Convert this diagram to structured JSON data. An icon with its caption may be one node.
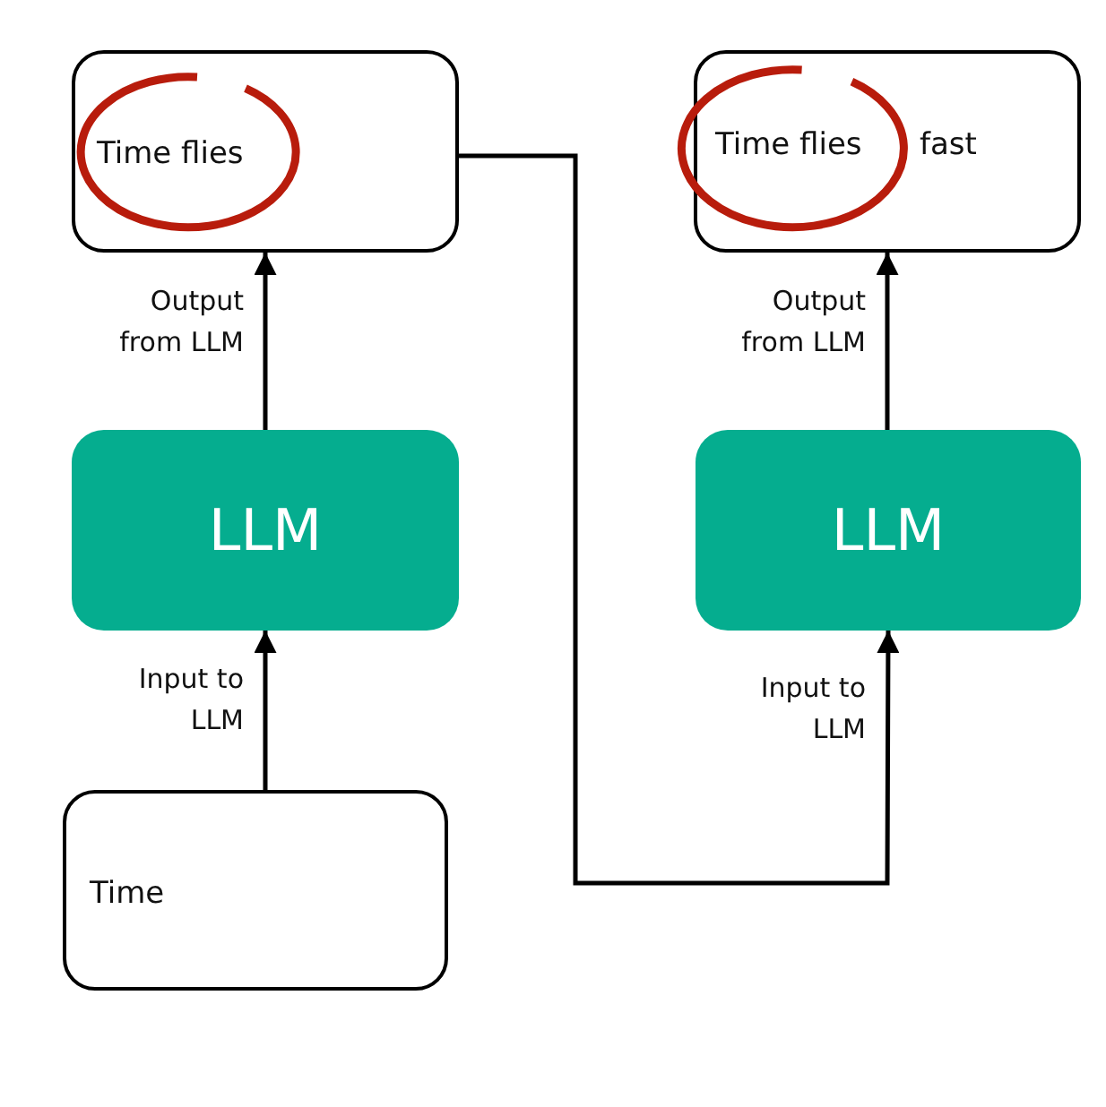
{
  "diagram": {
    "nodes": [
      {
        "text": [
          "Time flies"
        ]
      },
      {
        "text": [
          "Time flies",
          "fast"
        ]
      },
      {
        "text": [
          "LLM"
        ]
      },
      {
        "text": [
          "LLM"
        ]
      },
      {
        "text": [
          "Time"
        ]
      }
    ],
    "edges": [
      {
        "from": 4,
        "to": 2,
        "arrow": "to",
        "label": "Input to LLM"
      },
      {
        "from": 2,
        "to": 0,
        "arrow": "to",
        "label": "Output from LLM"
      },
      {
        "from": 0,
        "to": 3,
        "arrow": "to",
        "label": "Input to LLM"
      },
      {
        "from": 3,
        "to": 1,
        "arrow": "to",
        "label": "Output from LLM"
      }
    ]
  }
}
